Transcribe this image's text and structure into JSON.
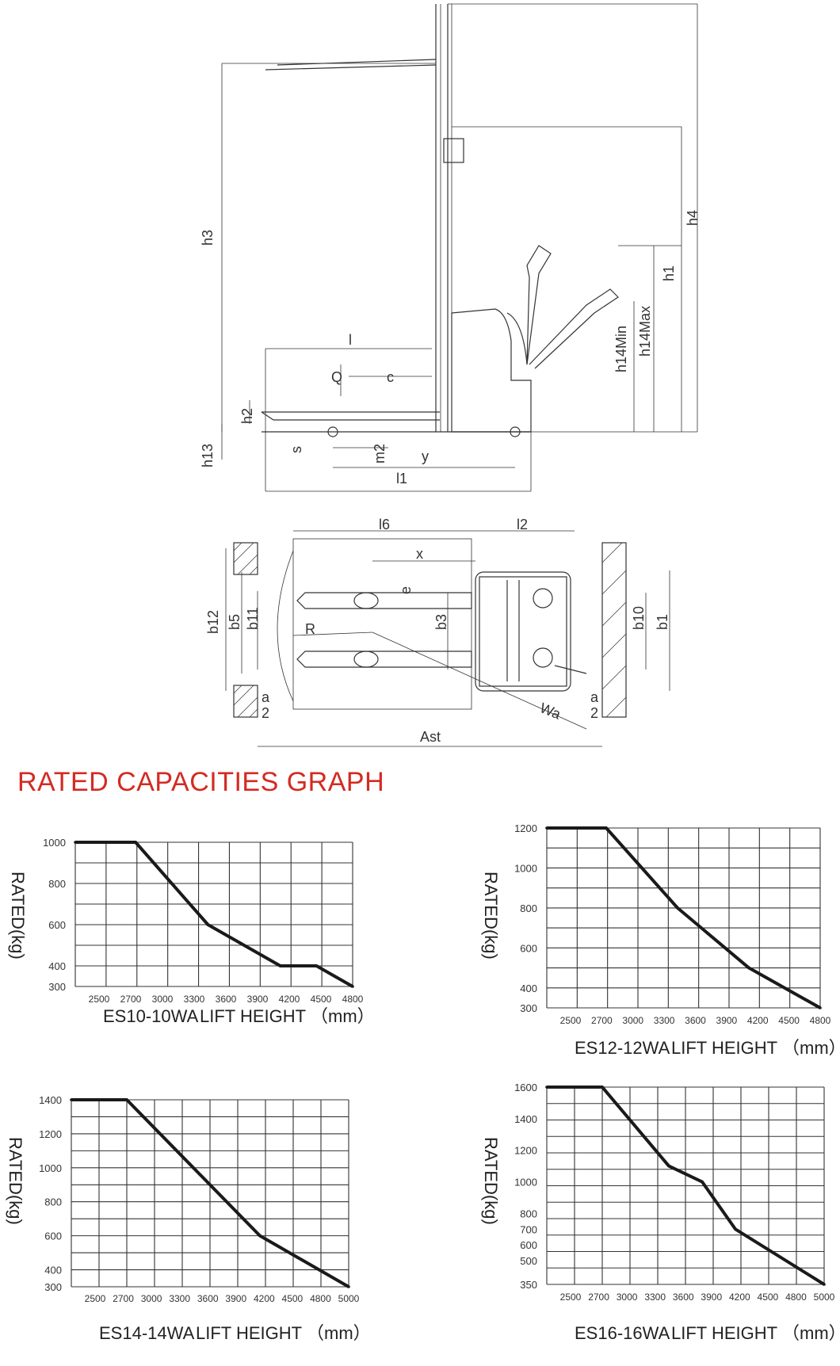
{
  "page": {
    "graph_title": "RATED CAPACITIES GRAPH"
  },
  "side_view": {
    "labels": [
      "h3",
      "h4",
      "h1",
      "h14Min",
      "h14Max",
      "l",
      "Q",
      "c",
      "h2",
      "h13",
      "s",
      "m2",
      "y",
      "l1"
    ]
  },
  "top_view": {
    "labels": [
      "l6",
      "l2",
      "x",
      "e",
      "R",
      "b12",
      "b5",
      "b11",
      "b3",
      "b10",
      "b1",
      "a",
      "2",
      "a",
      "2",
      "Wa",
      "Ast"
    ]
  },
  "chart_data": [
    {
      "type": "line",
      "model": "ES10-10WA",
      "xlabel": "LIFT HEIGHT",
      "xunit": "（mm）",
      "ylabel": "RATED(kg)",
      "x_ticks": [
        "2500",
        "2700",
        "3000",
        "3300",
        "3600",
        "3900",
        "4200",
        "4500",
        "4800"
      ],
      "y_ticks": [
        "1000",
        "800",
        "600",
        "400",
        "300"
      ],
      "y_tick_values": [
        1000,
        800,
        600,
        400,
        300
      ],
      "ylim": [
        300,
        1000
      ],
      "grid": true,
      "series": [
        {
          "x": [
            2500,
            3000,
            3600,
            4200,
            4500,
            4800
          ],
          "y": [
            1000,
            1000,
            600,
            400,
            400,
            300
          ]
        }
      ]
    },
    {
      "type": "line",
      "model": "ES12-12WA",
      "xlabel": "LIFT HEIGHT",
      "xunit": "（mm）",
      "ylabel": "RATED(kg)",
      "x_ticks": [
        "2500",
        "2700",
        "3000",
        "3300",
        "3600",
        "3900",
        "4200",
        "4500",
        "4800"
      ],
      "y_ticks": [
        "1200",
        "1000",
        "800",
        "600",
        "400",
        "300"
      ],
      "y_tick_values": [
        1200,
        1000,
        800,
        600,
        400,
        300
      ],
      "ylim": [
        300,
        1200
      ],
      "grid": true,
      "series": [
        {
          "x": [
            2500,
            3000,
            3600,
            4200,
            4800
          ],
          "y": [
            1200,
            1200,
            800,
            500,
            300
          ]
        }
      ]
    },
    {
      "type": "line",
      "model": "ES14-14WA",
      "xlabel": "LIFT HEIGHT",
      "xunit": "（mm）",
      "ylabel": "RATED(kg)",
      "x_ticks": [
        "2500",
        "2700",
        "3000",
        "3300",
        "3600",
        "3900",
        "4200",
        "4500",
        "4800",
        "5000"
      ],
      "y_ticks": [
        "1400",
        "1200",
        "1000",
        "800",
        "600",
        "400",
        "300"
      ],
      "y_tick_values": [
        1400,
        1200,
        1000,
        800,
        600,
        400,
        300
      ],
      "ylim": [
        300,
        1400
      ],
      "grid": true,
      "series": [
        {
          "x": [
            2500,
            3000,
            3600,
            4200,
            5000
          ],
          "y": [
            1400,
            1400,
            1000,
            600,
            300
          ]
        }
      ]
    },
    {
      "type": "line",
      "model": "ES16-16WA",
      "xlabel": "LIFT HEIGHT",
      "xunit": "（mm）",
      "ylabel": "RATED(kg)",
      "x_ticks": [
        "2500",
        "2700",
        "3000",
        "3300",
        "3600",
        "3900",
        "4200",
        "4500",
        "4800",
        "5000"
      ],
      "y_ticks": [
        "1600",
        "1400",
        "1200",
        "1000",
        "800",
        "700",
        "600",
        "500",
        "350"
      ],
      "y_tick_values": [
        1600,
        1400,
        1200,
        1000,
        800,
        700,
        600,
        500,
        350
      ],
      "ylim": [
        350,
        1600
      ],
      "grid": true,
      "series": [
        {
          "x": [
            2500,
            3000,
            3600,
            3900,
            4200,
            5000
          ],
          "y": [
            1600,
            1600,
            1100,
            1000,
            700,
            350
          ]
        }
      ]
    }
  ]
}
